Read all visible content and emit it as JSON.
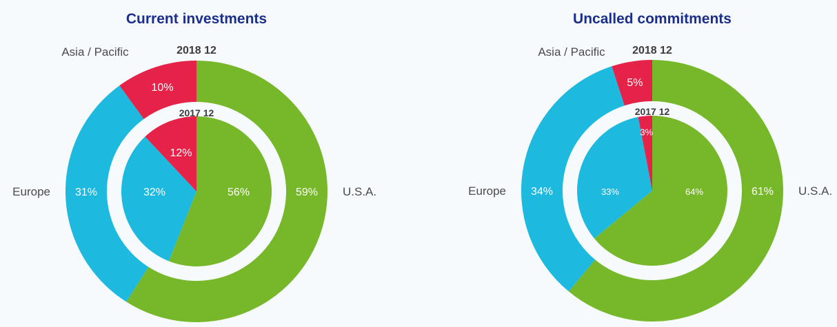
{
  "chart_data": [
    {
      "type": "pie",
      "title": "Current investments",
      "rings": [
        {
          "label": "2018 12",
          "slices": [
            {
              "name": "U.S.A.",
              "value": 59,
              "label": "59%"
            },
            {
              "name": "Europe",
              "value": 31,
              "label": "31%"
            },
            {
              "name": "Asia / Pacific",
              "value": 10,
              "label": "10%"
            }
          ]
        },
        {
          "label": "2017 12",
          "slices": [
            {
              "name": "U.S.A.",
              "value": 56,
              "label": "56%"
            },
            {
              "name": "Europe",
              "value": 32,
              "label": "32%"
            },
            {
              "name": "Asia / Pacific",
              "value": 12,
              "label": "12%"
            }
          ]
        }
      ]
    },
    {
      "type": "pie",
      "title": "Uncalled commitments",
      "rings": [
        {
          "label": "2018 12",
          "slices": [
            {
              "name": "U.S.A.",
              "value": 61,
              "label": "61%"
            },
            {
              "name": "Europe",
              "value": 34,
              "label": "34%"
            },
            {
              "name": "Asia / Pacific",
              "value": 5,
              "label": "5%"
            }
          ]
        },
        {
          "label": "2017 12",
          "slices": [
            {
              "name": "U.S.A.",
              "value": 64,
              "label": "64%"
            },
            {
              "name": "Europe",
              "value": 33,
              "label": "33%"
            },
            {
              "name": "Asia / Pacific",
              "value": 3,
              "label": "3%"
            }
          ]
        }
      ]
    }
  ],
  "regions": [
    "U.S.A.",
    "Europe",
    "Asia / Pacific"
  ],
  "colors": {
    "U.S.A.": "#76b82a",
    "Europe": "#1eb9df",
    "Asia / Pacific": "#e52247"
  }
}
